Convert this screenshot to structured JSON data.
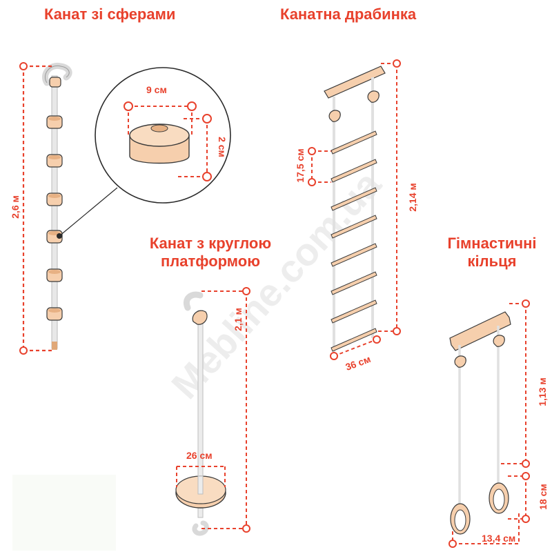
{
  "titles": {
    "sphere_rope": "Канат зі сферами",
    "rope_ladder": "Канатна драбинка",
    "platform_rope_line1": "Канат з круглою",
    "platform_rope_line2": "платформою",
    "rings_line1": "Гімнастичні",
    "rings_line2": "кільця"
  },
  "dimensions": {
    "sphere_rope_length": "2,6 м",
    "sphere_width": "9 см",
    "sphere_height": "2 см",
    "ladder_rung_spacing": "17,5 см",
    "ladder_length": "2,14 м",
    "ladder_width": "36 см",
    "platform_rope_length": "2,1 м",
    "platform_diameter": "26 см",
    "rings_rope_length": "1,13 м",
    "ring_height": "18 см",
    "ring_spacing": "13,4 см"
  },
  "watermark": "Mebline.com.ua",
  "colors": {
    "accent_red": "#e8412c",
    "wood": "#f6cfad",
    "wood_dark": "#c98f63",
    "rope": "#e2e2e2",
    "outline": "#3a3a3a"
  }
}
